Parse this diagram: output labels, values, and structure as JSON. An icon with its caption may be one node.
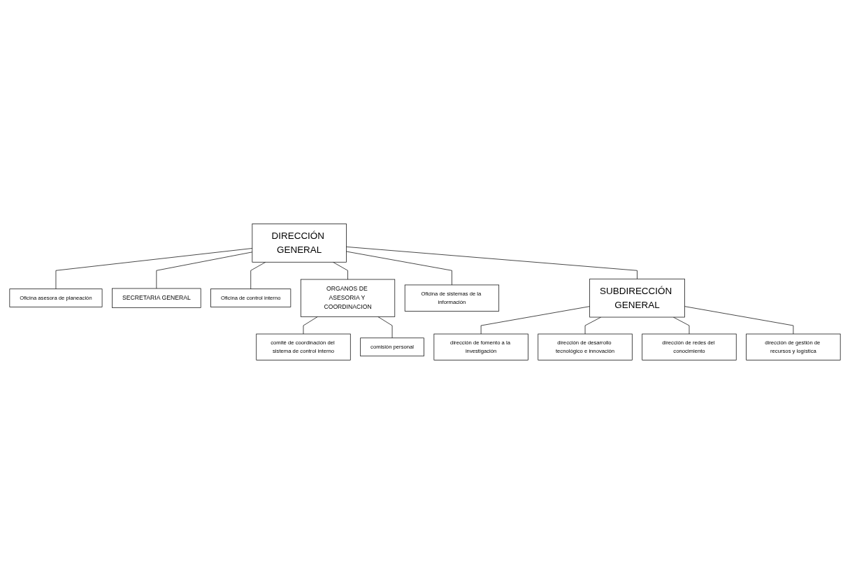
{
  "diagram": {
    "nodes": [
      {
        "text": [
          "DIRECCIÓN GENERAL"
        ]
      },
      {
        "text": [
          "Oficina asesora de planeación"
        ]
      },
      {
        "text": [
          "SECRETARIA GENERAL"
        ]
      },
      {
        "text": [
          "Oficina de control interno"
        ]
      },
      {
        "text": [
          "ORGANOS DE ASESORIA Y COORDINACION"
        ]
      },
      {
        "text": [
          "Oficina de sistemas de la información"
        ]
      },
      {
        "text": [
          "comité de coordinación del sistema de control interno"
        ]
      },
      {
        "text": [
          "comisión personal"
        ]
      },
      {
        "text": [
          "SUBDIRECCIÓN GENERAL"
        ]
      },
      {
        "text": [
          "dirección de fomento a la investigación"
        ]
      },
      {
        "text": [
          "dirección de desarrollo tecnológico e innovación"
        ]
      },
      {
        "text": [
          "dirección de redes del conocimiento"
        ]
      },
      {
        "text": [
          "dirección de gestión de recursos y logística"
        ]
      }
    ],
    "edges": [
      {
        "from": 0,
        "to": 1,
        "arrow": "none"
      },
      {
        "from": 0,
        "to": 2,
        "arrow": "none"
      },
      {
        "from": 0,
        "to": 3,
        "arrow": "none"
      },
      {
        "from": 0,
        "to": 4,
        "arrow": "none"
      },
      {
        "from": 0,
        "to": 5,
        "arrow": "none"
      },
      {
        "from": 4,
        "to": 6,
        "arrow": "none"
      },
      {
        "from": 4,
        "to": 7,
        "arrow": "none"
      },
      {
        "from": 0,
        "to": 8,
        "arrow": "none"
      },
      {
        "from": 8,
        "to": 9,
        "arrow": "none"
      },
      {
        "from": 8,
        "to": 10,
        "arrow": "none"
      },
      {
        "from": 8,
        "to": 11,
        "arrow": "none"
      },
      {
        "from": 8,
        "to": 12,
        "arrow": "none"
      }
    ]
  }
}
